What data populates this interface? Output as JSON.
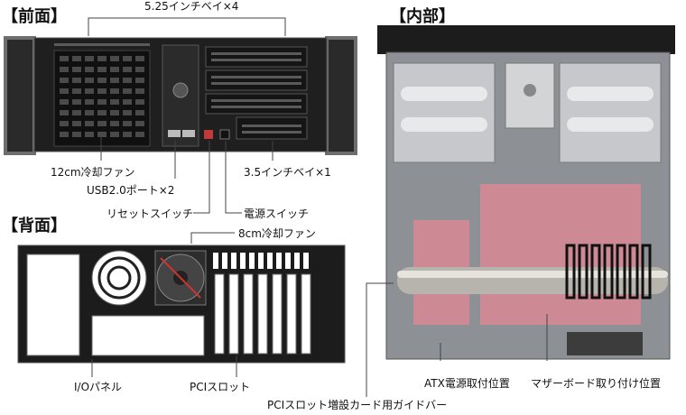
{
  "sections": {
    "front": "【前面】",
    "back": "【背面】",
    "interior": "【内部】"
  },
  "front_labels": {
    "bay_525": "5.25インチベイ×4",
    "fan_12cm": "12cm冷却ファン",
    "usb": "USB2.0ポート×2",
    "reset": "リセットスイッチ",
    "power": "電源スイッチ",
    "bay_35": "3.5インチベイ×1"
  },
  "back_labels": {
    "fan_8cm": "8cm冷却ファン",
    "io_panel": "I/Oパネル",
    "pci_slot": "PCIスロット"
  },
  "interior_labels": {
    "atx_psu": "ATX電源取付位置",
    "motherboard": "マザーボード取り付け位置",
    "guide_bar": "PCIスロット増設カード用ガイドバー"
  },
  "colors": {
    "chassis_dark": "#1e1e1e",
    "chassis_grey": "#8c8f93",
    "mount_area": "#d98a94",
    "leader_line": "#444444"
  }
}
